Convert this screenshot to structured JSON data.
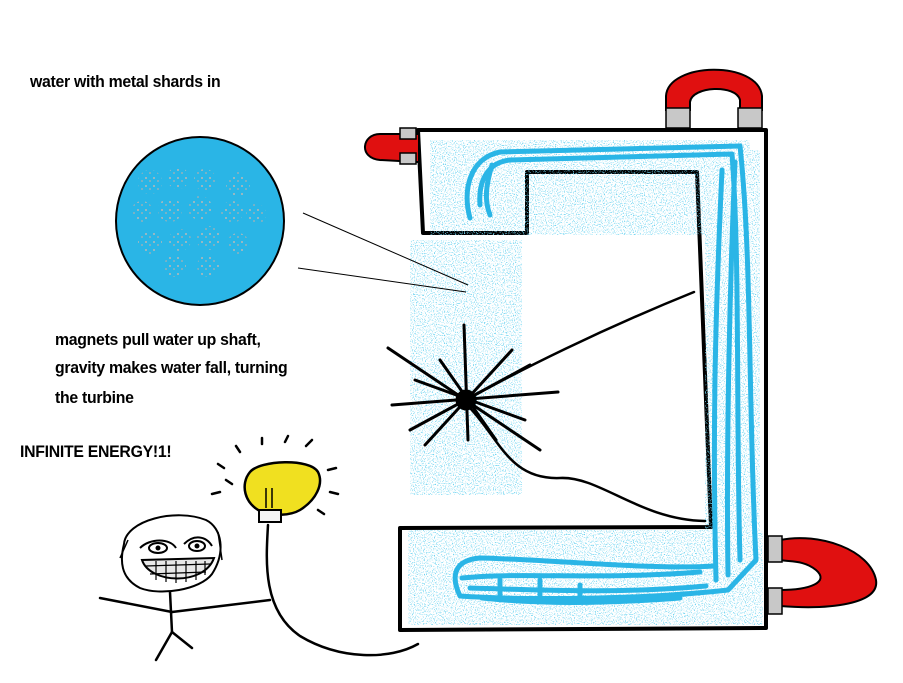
{
  "annotations": {
    "water_shards": "water with metal shards in",
    "magnets_line1": "magnets pull water up shaft,",
    "magnets_line2": "gravity makes water fall, turning",
    "magnets_line3": "the turbine",
    "energy": "INFINITE ENERGY!1!"
  },
  "colors": {
    "water": "#2ab5e6",
    "water_speckle": "#3aaad8",
    "magnet": "#e01010",
    "magnet_tip": "#c8c8c8",
    "bulb": "#f0e020",
    "wire": "#000000",
    "frame": "#000000"
  },
  "icons": {
    "magnets": "horseshoe-magnet-icon",
    "bulb": "light-bulb-icon",
    "face": "troll-face-icon"
  }
}
